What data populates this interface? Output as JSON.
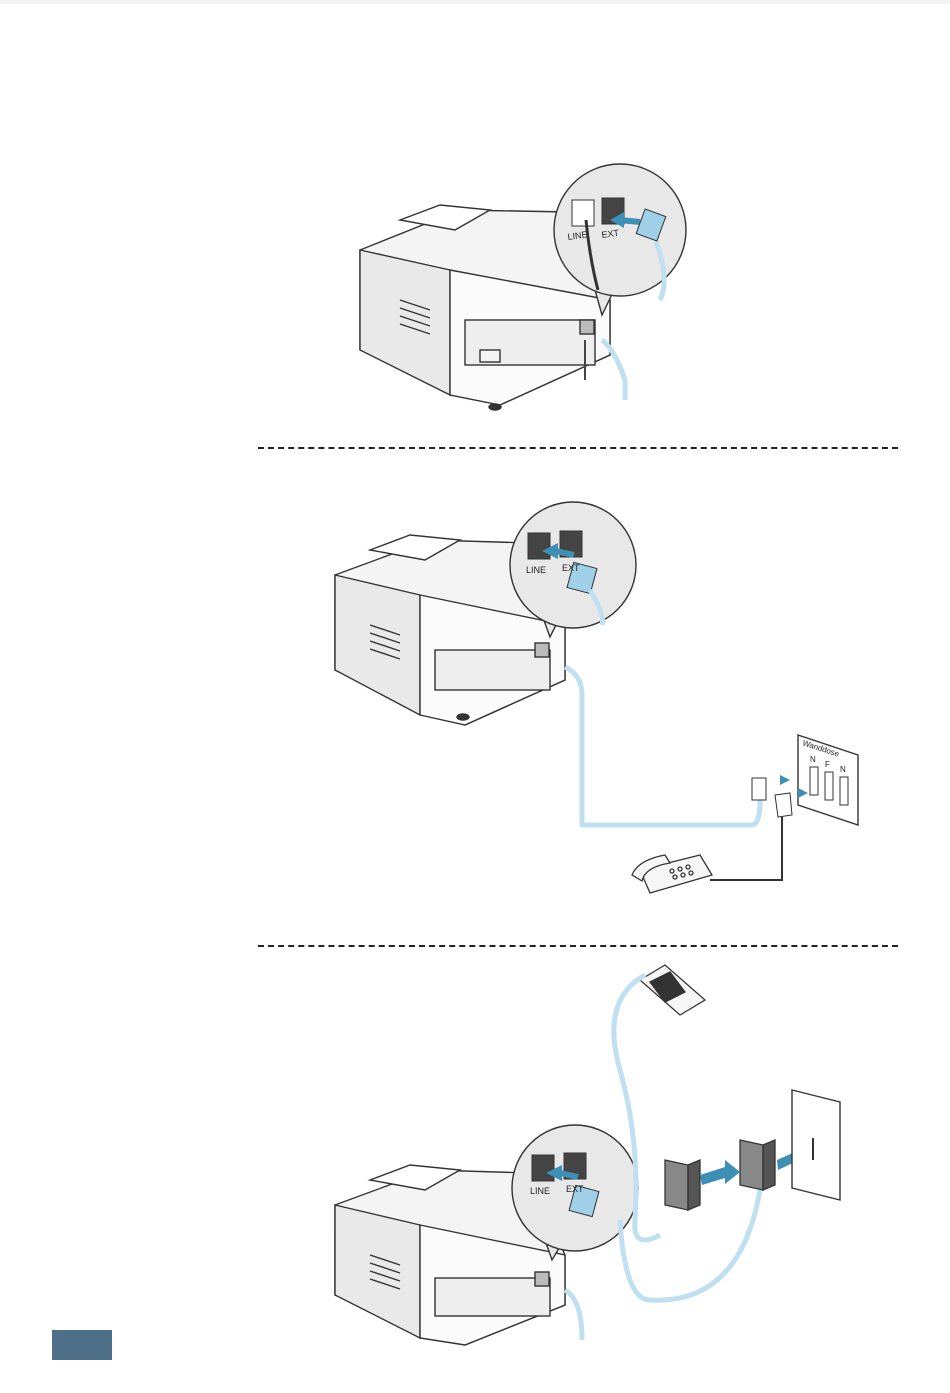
{
  "figure1": {
    "port_labels": {
      "line": "LINE",
      "ext": "EXT"
    }
  },
  "figure2": {
    "port_labels": {
      "line": "LINE",
      "ext": "EXT"
    },
    "wall_socket": {
      "title": "Wanddose",
      "sockets": [
        "N",
        "F",
        "N"
      ]
    }
  },
  "figure3": {
    "port_labels": {
      "line": "LINE",
      "ext": "EXT"
    }
  },
  "colors": {
    "cable": "#bfe0f0",
    "connector": "#9fd0e8",
    "arrow": "#3d8fb5",
    "page_tab": "#4d6f87"
  }
}
